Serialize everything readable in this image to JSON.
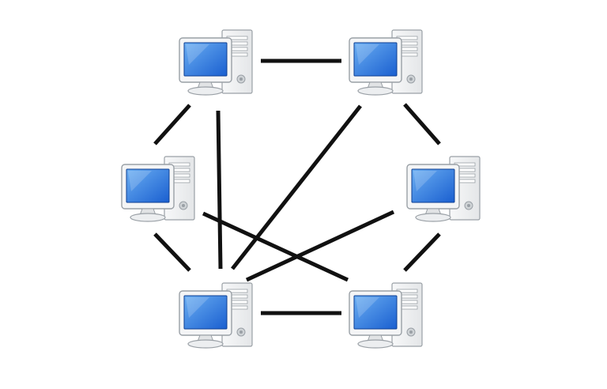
{
  "diagram": {
    "type": "mesh-network",
    "nodes": [
      {
        "id": "pc-top-left",
        "icon": "desktop-computer-icon"
      },
      {
        "id": "pc-top-right",
        "icon": "desktop-computer-icon"
      },
      {
        "id": "pc-middle-left",
        "icon": "desktop-computer-icon"
      },
      {
        "id": "pc-middle-right",
        "icon": "desktop-computer-icon"
      },
      {
        "id": "pc-bottom-left",
        "icon": "desktop-computer-icon"
      },
      {
        "id": "pc-bottom-right",
        "icon": "desktop-computer-icon"
      }
    ],
    "links": [
      {
        "from": "pc-top-left",
        "to": "pc-top-right"
      },
      {
        "from": "pc-top-left",
        "to": "pc-middle-left"
      },
      {
        "from": "pc-top-left",
        "to": "pc-bottom-left"
      },
      {
        "from": "pc-top-right",
        "to": "pc-middle-right"
      },
      {
        "from": "pc-top-right",
        "to": "pc-bottom-left"
      },
      {
        "from": "pc-middle-left",
        "to": "pc-bottom-left"
      },
      {
        "from": "pc-middle-left",
        "to": "pc-bottom-right"
      },
      {
        "from": "pc-middle-right",
        "to": "pc-bottom-left"
      },
      {
        "from": "pc-middle-right",
        "to": "pc-bottom-right"
      },
      {
        "from": "pc-bottom-left",
        "to": "pc-bottom-right"
      }
    ],
    "colors": {
      "link": "#111111",
      "screen": "#1a5fd0",
      "screen_highlight": "#6aaef2",
      "case": "#e4e6e8",
      "case_edge": "#9aa0a6"
    }
  }
}
